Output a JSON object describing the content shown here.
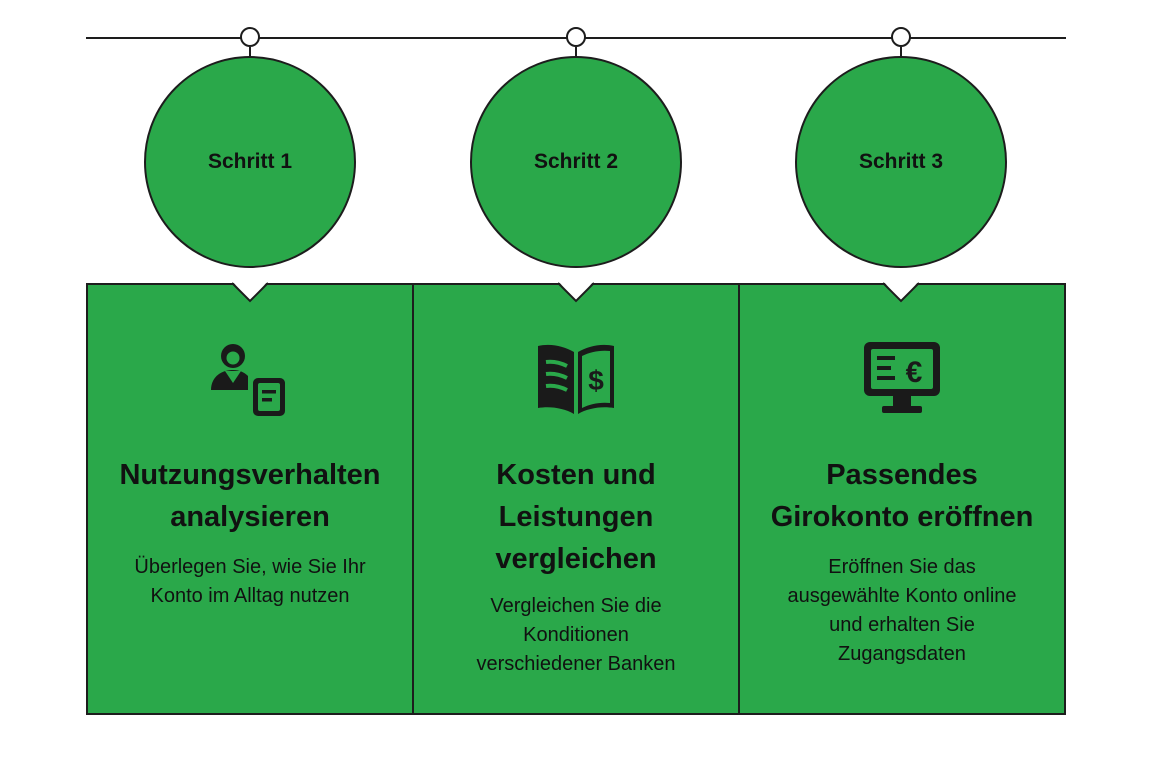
{
  "steps": [
    {
      "label": "Schritt 1",
      "icon": "user-document-icon",
      "title_lines": [
        "Nutzungsverhalten",
        "analysieren"
      ],
      "desc_lines": [
        "Überlegen Sie, wie Sie Ihr",
        "Konto im Alltag nutzen"
      ]
    },
    {
      "label": "Schritt 2",
      "icon": "book-dollar-icon",
      "title_lines": [
        "Kosten und",
        "Leistungen",
        "vergleichen"
      ],
      "desc_lines": [
        "Vergleichen Sie die",
        "Konditionen",
        "verschiedener Banken"
      ]
    },
    {
      "label": "Schritt 3",
      "icon": "monitor-euro-icon",
      "title_lines": [
        "Passendes",
        "Girokonto eröffnen"
      ],
      "desc_lines": [
        "Eröffnen Sie das",
        "ausgewählte Konto online",
        "und erhalten Sie",
        "Zugangsdaten"
      ]
    }
  ],
  "colors": {
    "accent": "#2aa84a",
    "line": "#1d1d1d",
    "text": "#111111"
  }
}
